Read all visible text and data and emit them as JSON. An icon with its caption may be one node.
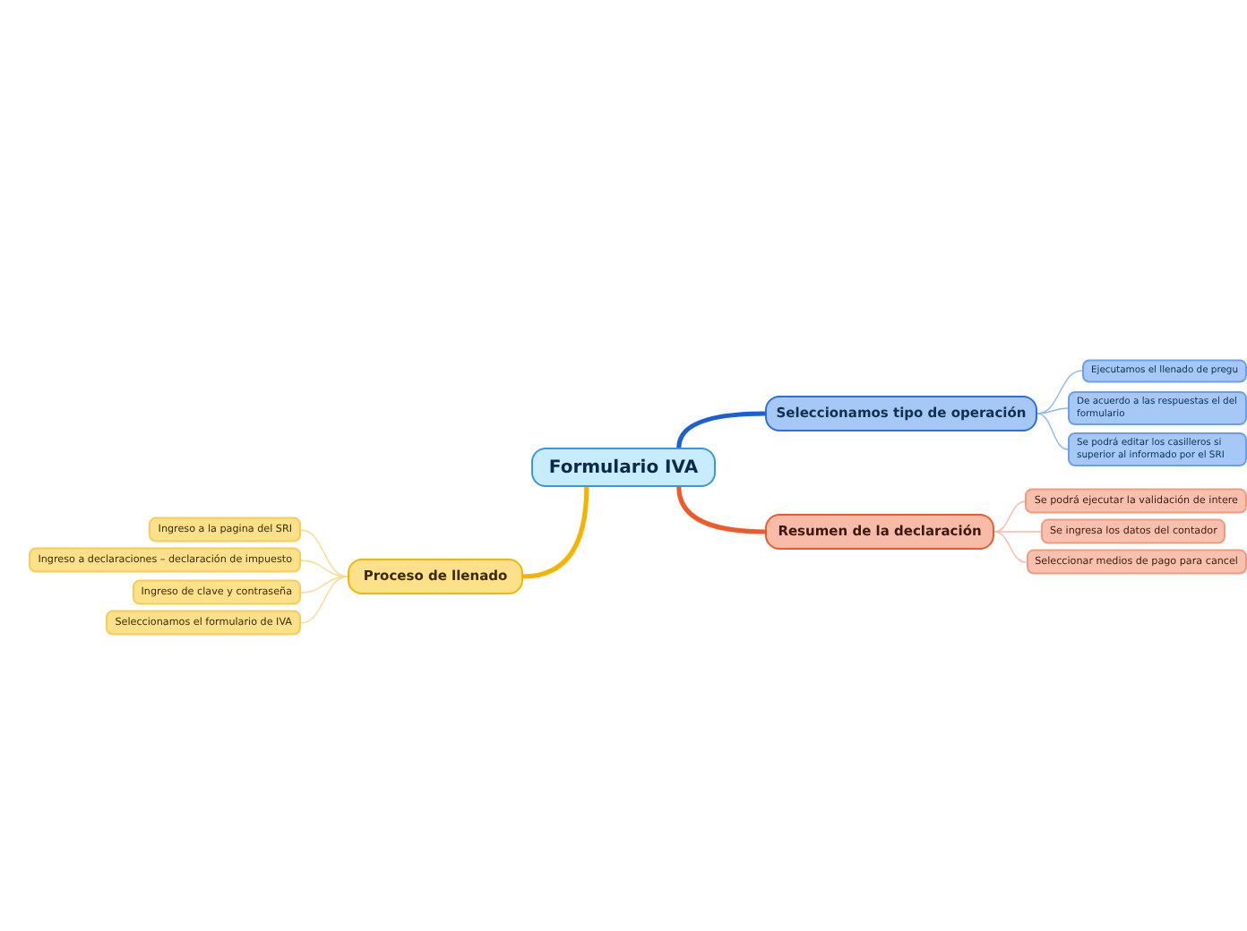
{
  "diagram": {
    "nodes": [
      {
        "text": [
          "Formulario IVA"
        ]
      },
      {
        "text": [
          "Seleccionamos tipo de operación"
        ]
      },
      {
        "text": [
          "Ejecutamos el llenado de pregu"
        ]
      },
      {
        "text": [
          "De acuerdo a las respuestas el del formulario"
        ]
      },
      {
        "text": [
          "Se podrá editar los casilleros si superior al informado por el SRI"
        ]
      },
      {
        "text": [
          "Resumen de la declaración"
        ]
      },
      {
        "text": [
          "Se podrá ejecutar la validación de intere"
        ]
      },
      {
        "text": [
          "Se ingresa los datos del contador"
        ]
      },
      {
        "text": [
          "Seleccionar medios de pago para cancel"
        ]
      },
      {
        "text": [
          "Proceso de llenado"
        ]
      },
      {
        "text": [
          "Ingreso a la pagina del SRI"
        ]
      },
      {
        "text": [
          "Ingreso a declaraciones – declaración de impuesto"
        ]
      },
      {
        "text": [
          "Ingreso de clave y contraseña"
        ]
      },
      {
        "text": [
          "Seleccionamos el formulario de IVA"
        ]
      }
    ],
    "edges": [
      {
        "from": 0,
        "to": 1,
        "arrow": "none",
        "style": "thick",
        "color": "#1a5fd6"
      },
      {
        "from": 1,
        "to": 2,
        "arrow": "none",
        "color": "#8fb8ee"
      },
      {
        "from": 1,
        "to": 3,
        "arrow": "none",
        "color": "#8fb8ee"
      },
      {
        "from": 1,
        "to": 4,
        "arrow": "none",
        "color": "#8fb8ee"
      },
      {
        "from": 0,
        "to": 5,
        "arrow": "none",
        "style": "thick",
        "color": "#f05a28"
      },
      {
        "from": 5,
        "to": 6,
        "arrow": "none",
        "color": "#f7b8a6"
      },
      {
        "from": 5,
        "to": 7,
        "arrow": "none",
        "color": "#f7b8a6"
      },
      {
        "from": 5,
        "to": 8,
        "arrow": "none",
        "color": "#f7b8a6"
      },
      {
        "from": 0,
        "to": 9,
        "arrow": "none",
        "style": "thick",
        "color": "#f5b400"
      },
      {
        "from": 9,
        "to": 10,
        "arrow": "none",
        "color": "#fbd88a"
      },
      {
        "from": 9,
        "to": 11,
        "arrow": "none",
        "color": "#fbd88a"
      },
      {
        "from": 9,
        "to": 12,
        "arrow": "none",
        "color": "#fbd88a"
      },
      {
        "from": 9,
        "to": 13,
        "arrow": "none",
        "color": "#fbd88a"
      }
    ]
  }
}
